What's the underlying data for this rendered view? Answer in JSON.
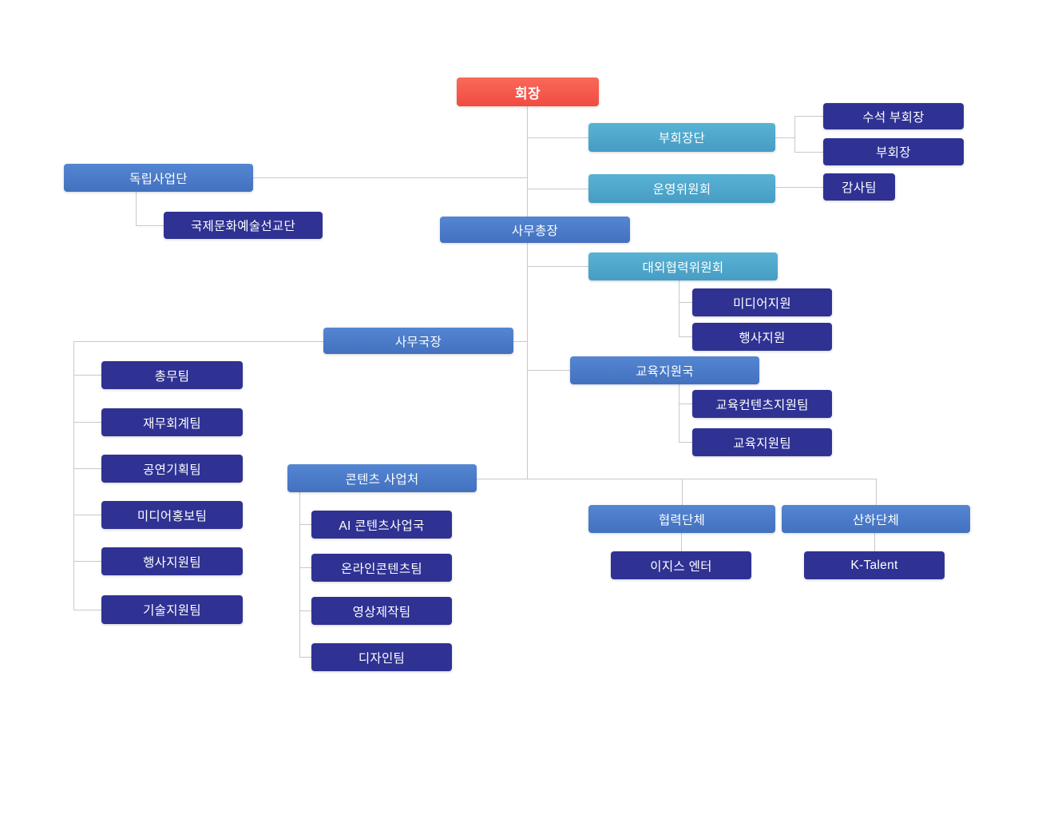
{
  "page": {
    "type": "organization-chart"
  },
  "colors": {
    "chairman_red": "#F1554A",
    "committee_teal": "#4FA8CC",
    "division_blue": "#4A7CC9",
    "team_navy": "#2F3293",
    "connector_gray": "#C9C9C9",
    "background": "#FFFFFF",
    "text": "#FFFFFF"
  },
  "nodes": {
    "chairman": {
      "label": "회장"
    },
    "vice_chair_group": {
      "label": "부회장단"
    },
    "senior_vice_chair": {
      "label": "수석 부회장"
    },
    "vice_chair": {
      "label": "부회장"
    },
    "steering_committee": {
      "label": "운영위원회"
    },
    "audit_team": {
      "label": "감사팀"
    },
    "independent_division": {
      "label": "독립사업단"
    },
    "intl_culture_mission": {
      "label": "국제문화예술선교단"
    },
    "secretary_general": {
      "label": "사무총장"
    },
    "external_coop_committee": {
      "label": "대외협력위원회"
    },
    "media_support": {
      "label": "미디어지원"
    },
    "event_support": {
      "label": "행사지원"
    },
    "secretariat_director": {
      "label": "사무국장"
    },
    "general_affairs_team": {
      "label": "총무팀"
    },
    "finance_accounting_team": {
      "label": "재무회계팀"
    },
    "performance_planning_team": {
      "label": "공연기획팀"
    },
    "media_pr_team": {
      "label": "미디어홍보팀"
    },
    "event_support_team": {
      "label": "행사지원팀"
    },
    "tech_support_team": {
      "label": "기술지원팀"
    },
    "education_support_bureau": {
      "label": "교육지원국"
    },
    "education_content_team": {
      "label": "교육컨텐츠지원팀"
    },
    "education_support_team": {
      "label": "교육지원팀"
    },
    "content_business_office": {
      "label": "콘텐츠 사업처"
    },
    "ai_content_bureau": {
      "label": "AI 콘텐츠사업국"
    },
    "online_content_team": {
      "label": "온라인콘텐츠팀"
    },
    "video_production_team": {
      "label": "영상제작팀"
    },
    "design_team": {
      "label": "디자인팀"
    },
    "partner_organizations": {
      "label": "협력단체"
    },
    "aegis_enter": {
      "label": "이지스 엔터"
    },
    "affiliated_organizations": {
      "label": "산하단체"
    },
    "k_talent": {
      "label": "K-Talent"
    }
  },
  "hierarchy": {
    "root": "chairman",
    "edges": [
      [
        "chairman",
        "vice_chair_group"
      ],
      [
        "vice_chair_group",
        "senior_vice_chair"
      ],
      [
        "vice_chair_group",
        "vice_chair"
      ],
      [
        "chairman",
        "steering_committee"
      ],
      [
        "steering_committee",
        "audit_team"
      ],
      [
        "chairman",
        "independent_division"
      ],
      [
        "independent_division",
        "intl_culture_mission"
      ],
      [
        "chairman",
        "secretary_general"
      ],
      [
        "secretary_general",
        "external_coop_committee"
      ],
      [
        "external_coop_committee",
        "media_support"
      ],
      [
        "external_coop_committee",
        "event_support"
      ],
      [
        "secretary_general",
        "secretariat_director"
      ],
      [
        "secretariat_director",
        "general_affairs_team"
      ],
      [
        "secretariat_director",
        "finance_accounting_team"
      ],
      [
        "secretariat_director",
        "performance_planning_team"
      ],
      [
        "secretariat_director",
        "media_pr_team"
      ],
      [
        "secretariat_director",
        "event_support_team"
      ],
      [
        "secretariat_director",
        "tech_support_team"
      ],
      [
        "secretary_general",
        "education_support_bureau"
      ],
      [
        "education_support_bureau",
        "education_content_team"
      ],
      [
        "education_support_bureau",
        "education_support_team"
      ],
      [
        "secretary_general",
        "content_business_office"
      ],
      [
        "content_business_office",
        "ai_content_bureau"
      ],
      [
        "content_business_office",
        "online_content_team"
      ],
      [
        "content_business_office",
        "video_production_team"
      ],
      [
        "content_business_office",
        "design_team"
      ],
      [
        "secretary_general",
        "partner_organizations"
      ],
      [
        "partner_organizations",
        "aegis_enter"
      ],
      [
        "secretary_general",
        "affiliated_organizations"
      ],
      [
        "affiliated_organizations",
        "k_talent"
      ]
    ]
  }
}
